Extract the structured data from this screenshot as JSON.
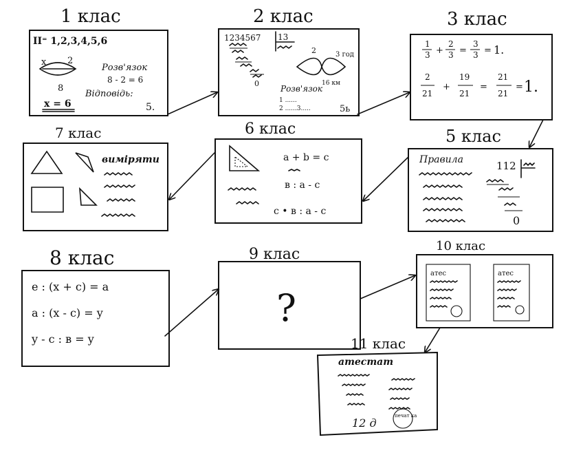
{
  "grades": {
    "g1": {
      "title": "1 клас",
      "seq": "II⁼ 1,2,3,4,5,6",
      "n_left": "x",
      "n_right": "2",
      "n_bottom": "8",
      "solution_label": "Розв'язок",
      "solution": "8 - 2 = 6",
      "answer_label": "Відповідь:",
      "answer": "x = 6",
      "mark": "5."
    },
    "g2": {
      "title": "2 клас",
      "number": "1234567",
      "divisor": "13",
      "remainder": "0",
      "n_mid": "2",
      "n_right": "3 год",
      "n_dist": "16 км",
      "solution_label": "Розв'язок",
      "step1": "1 ......",
      "step2": "2 ......3.....",
      "mark": "5ь"
    },
    "g3": {
      "title": "3 клас",
      "f1": [
        "1",
        "3",
        "+",
        "2",
        "3",
        "=",
        "3",
        "3",
        "=",
        "1."
      ],
      "f2": [
        "2",
        "21",
        "+",
        "19",
        "21",
        "=",
        "21",
        "21",
        "=",
        "1."
      ]
    },
    "g5": {
      "title": "5 клас",
      "label": "Правила",
      "number": "112",
      "remainder": "0"
    },
    "g6": {
      "title": "6 клас",
      "eq1": "a + b = c",
      "eq2": "в : а - с",
      "eq3": "с • в : а - с"
    },
    "g7": {
      "title": "7 клас",
      "label": "виміряти"
    },
    "g8": {
      "title": "8 клас",
      "eq1": "e : (x + c) = a",
      "eq2": "a : (x - c) = y",
      "eq3": "y - c : в = y"
    },
    "g9": {
      "title": "9 клас",
      "content": "?"
    },
    "g10": {
      "title": "10 клас",
      "doc1": "атес",
      "doc2": "атес"
    },
    "g11": {
      "title": "11 клас",
      "label": "атестат",
      "score": "12 д",
      "seal": "печат ка"
    }
  }
}
